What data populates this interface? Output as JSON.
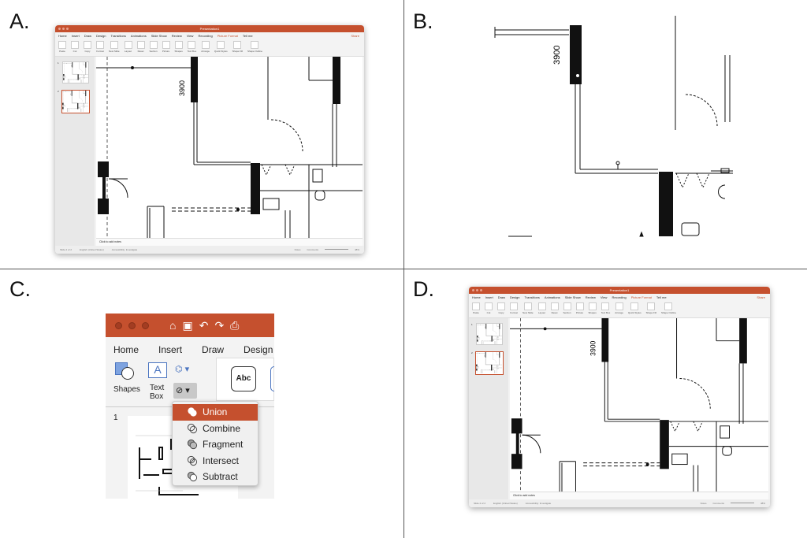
{
  "panels": {
    "a": "A.",
    "b": "B.",
    "c": "C.",
    "d": "D."
  },
  "app": {
    "title": "Presentation1",
    "tabs": [
      "Home",
      "Insert",
      "Draw",
      "Design",
      "Transitions",
      "Animations",
      "Slide Show",
      "Review",
      "View",
      "Recording",
      "Picture Format",
      "Tell me"
    ],
    "share": "Share",
    "ribbon": [
      "Paste",
      "Cut",
      "Copy",
      "Format",
      "New Slide",
      "Layout",
      "Reset",
      "Section",
      "Picture",
      "Shapes",
      "Text Box",
      "Arrange",
      "Quick Styles",
      "Shape Fill",
      "Shape Outline"
    ],
    "slide_numbers": [
      "1",
      "2"
    ],
    "notes": "Click to add notes",
    "status": {
      "slide": "Slide 2 of 2",
      "language": "English (United States)",
      "accessibility": "Accessibility: Investigate",
      "notes": "Notes",
      "comments": "Comments",
      "zoom": "48%"
    },
    "accent": "#c5502e"
  },
  "plan": {
    "dimension": "3900"
  },
  "closeup": {
    "tabs": [
      "Home",
      "Insert",
      "Draw",
      "Design"
    ],
    "shapes_label": "Shapes",
    "textbox_label": "Text Box",
    "style_sample": "Abc",
    "slide_number": "1",
    "merge_menu": [
      {
        "label": "Union",
        "selected": true
      },
      {
        "label": "Combine",
        "selected": false
      },
      {
        "label": "Fragment",
        "selected": false
      },
      {
        "label": "Intersect",
        "selected": false
      },
      {
        "label": "Subtract",
        "selected": false
      }
    ]
  }
}
